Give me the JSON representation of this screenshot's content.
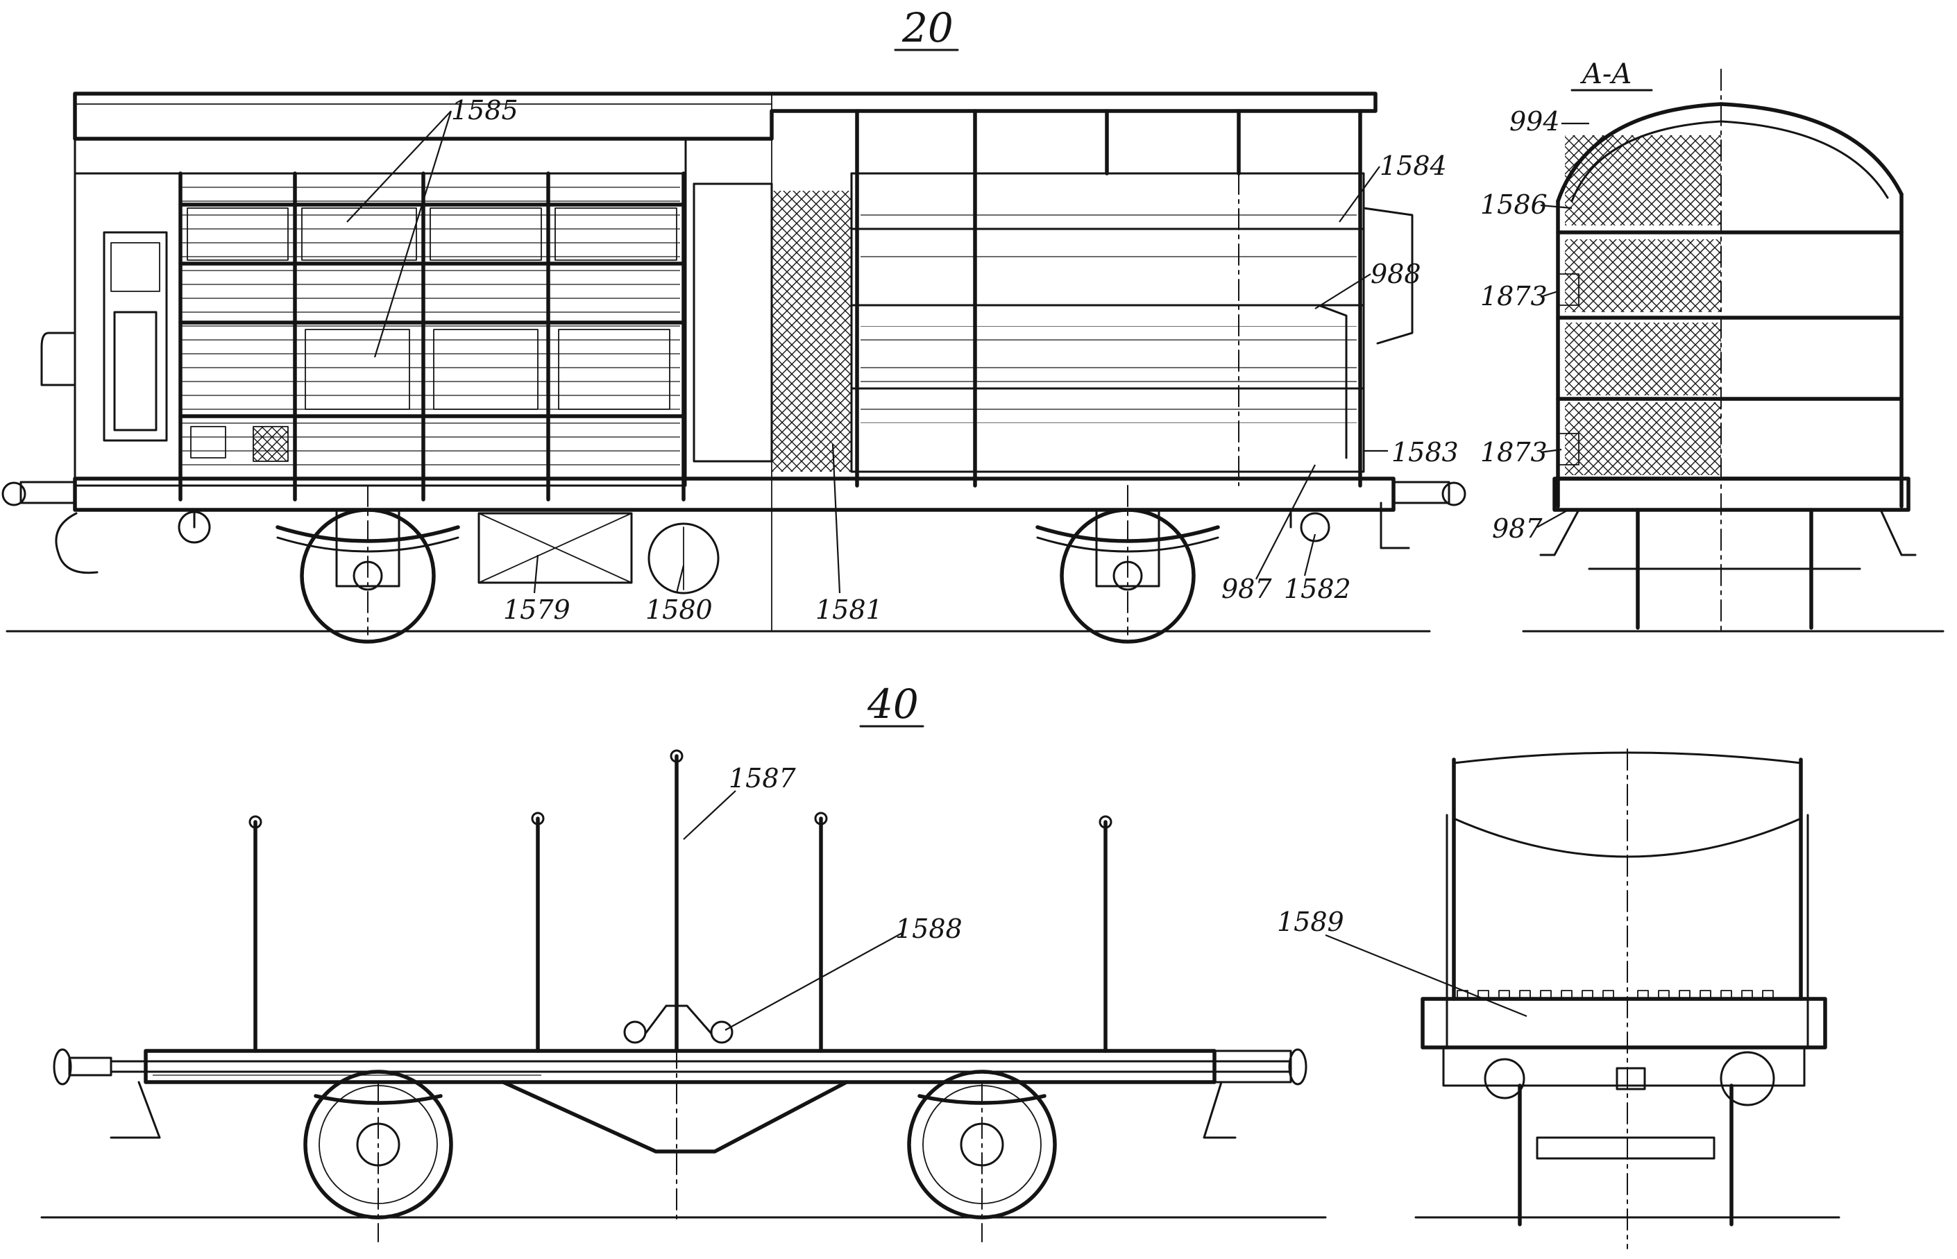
{
  "figures": {
    "top_number": "20",
    "bottom_number": "40",
    "section_label": "A-A"
  },
  "callouts": {
    "c1585": "1585",
    "c1584": "1584",
    "c988": "988",
    "c1583": "1583",
    "c987_side": "987",
    "c1582": "1582",
    "c1581": "1581",
    "c1580": "1580",
    "c1579": "1579",
    "c994": "994",
    "c1586": "1586",
    "c1873_upper": "1873",
    "c1873_lower": "1873",
    "c987_end": "987",
    "c1587": "1587",
    "c1588": "1588",
    "c1589": "1589"
  }
}
